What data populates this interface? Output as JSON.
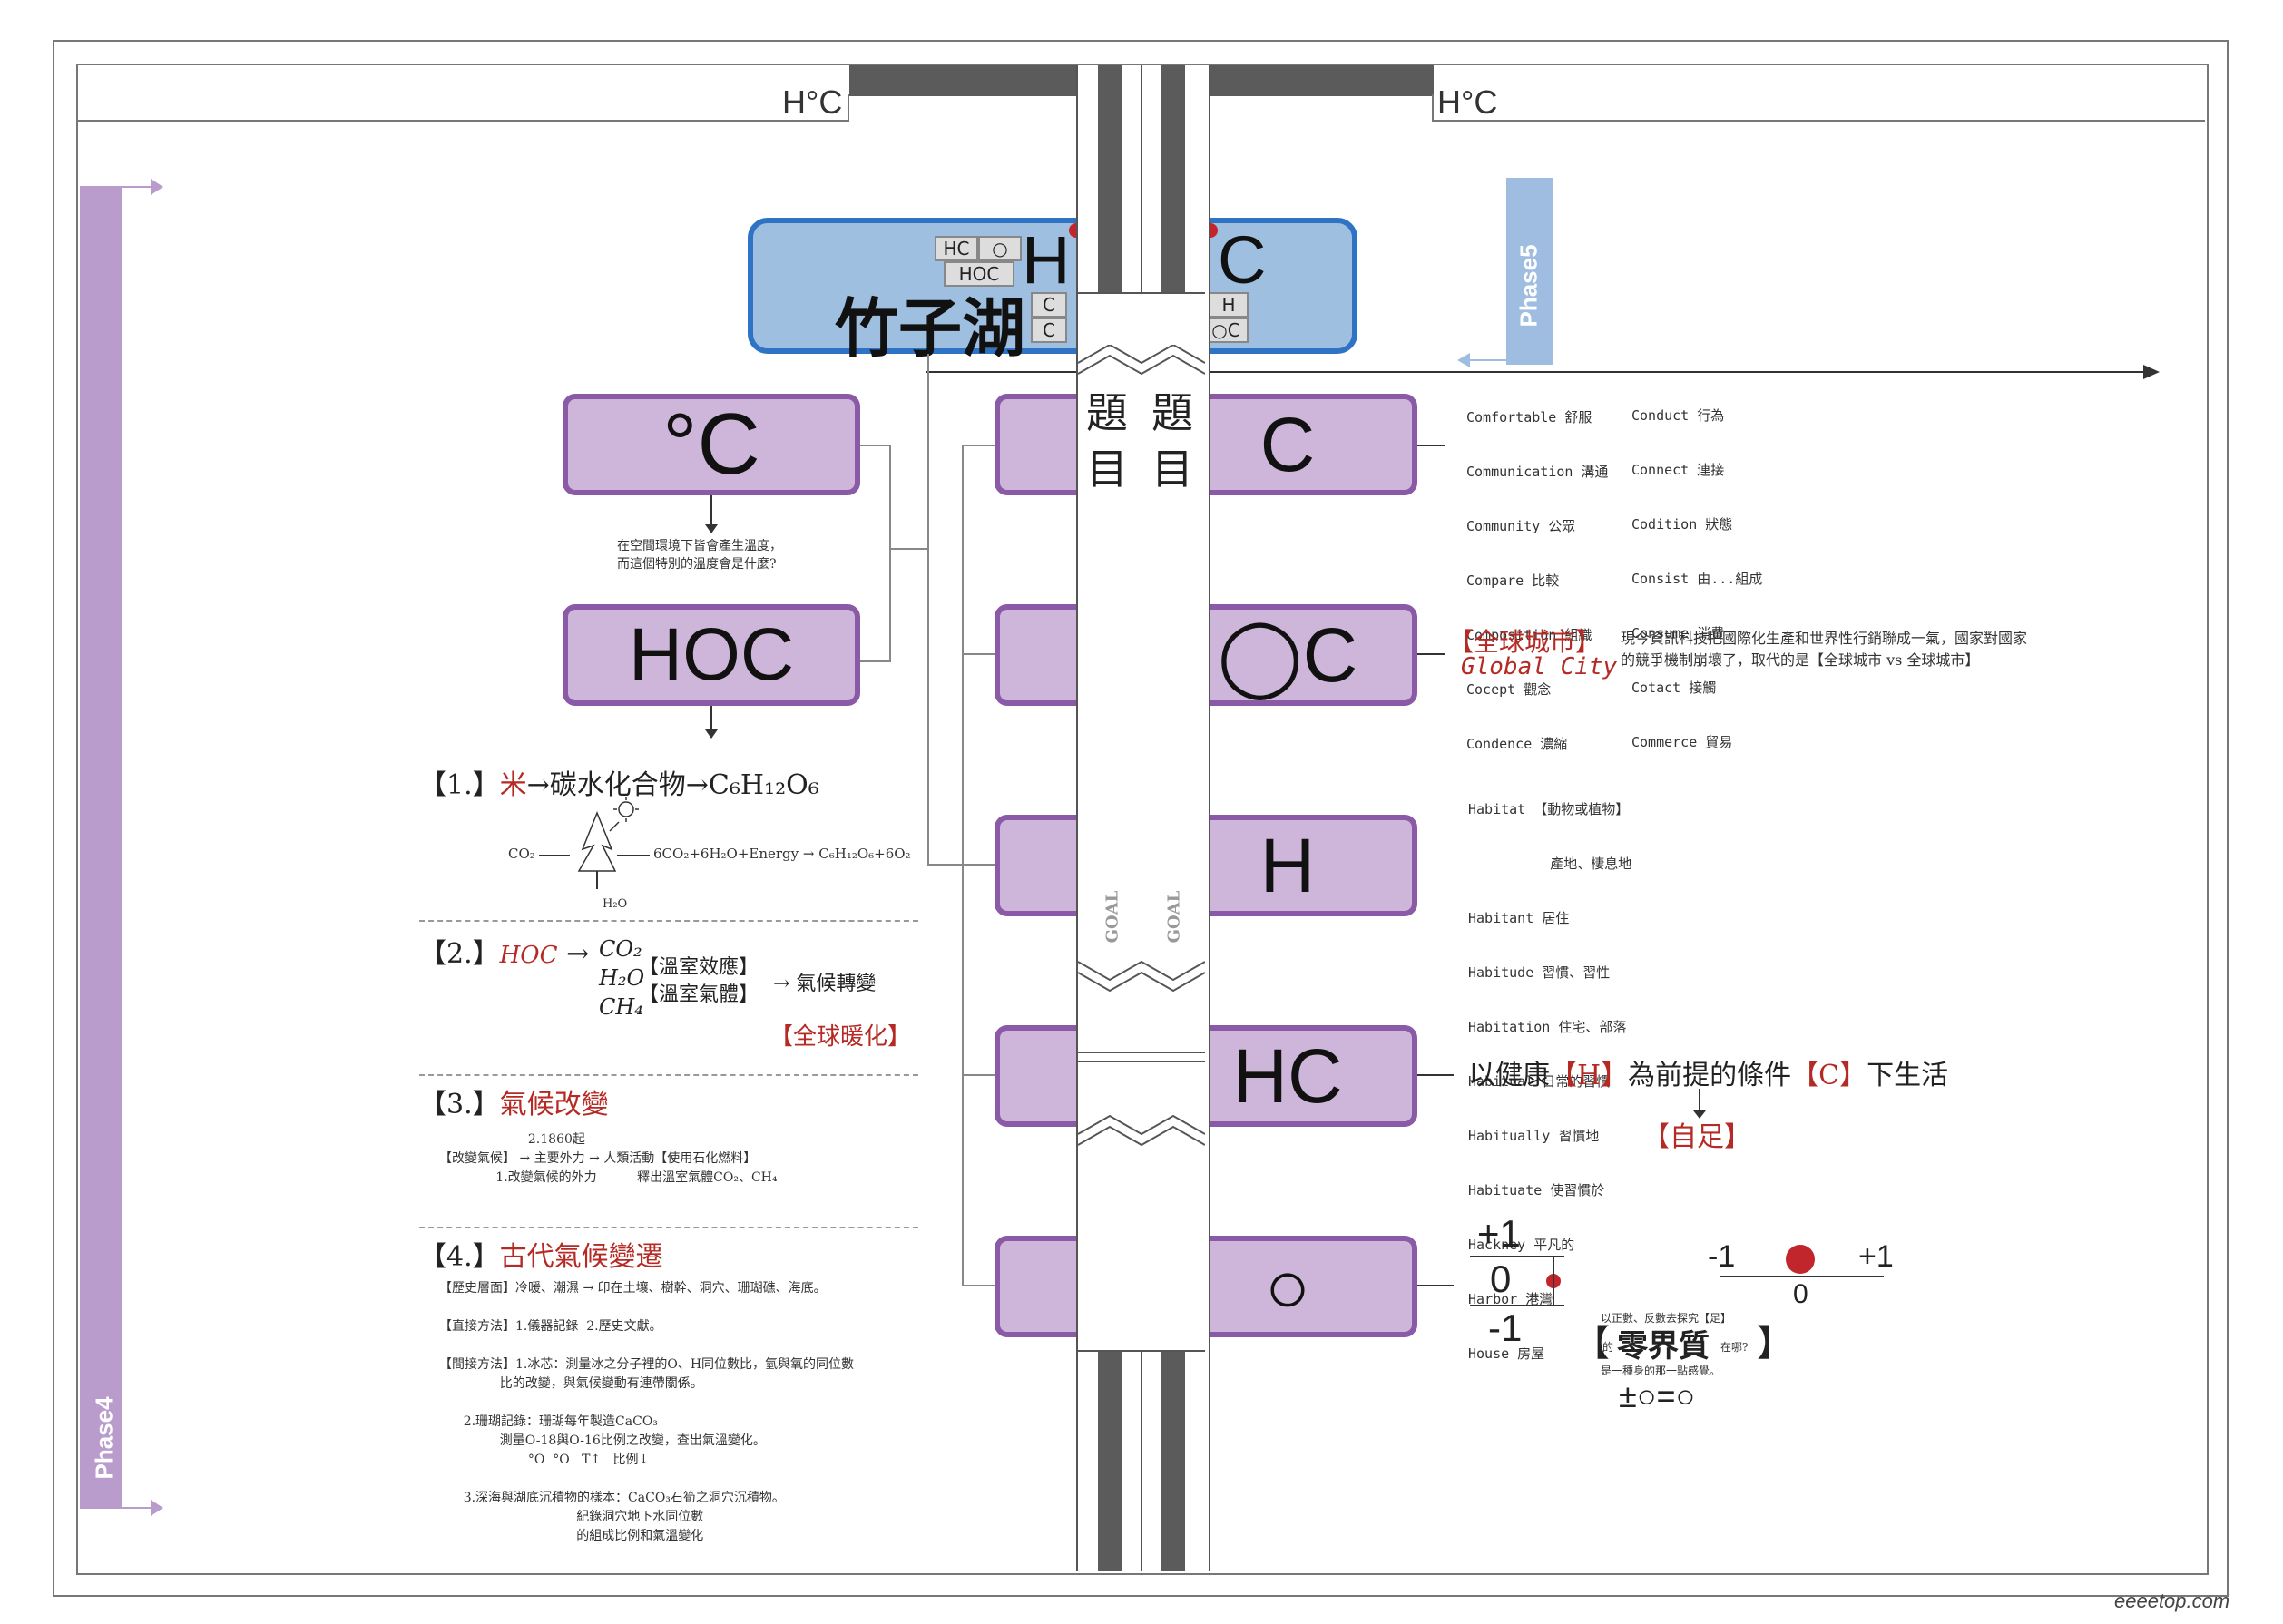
{
  "header": {
    "logo_left": "H°C",
    "logo_right": "H°C"
  },
  "phase_left": "Phase4",
  "phase_right": "Phase5",
  "title_box": {
    "main": "竹子湖",
    "big_h": "H",
    "big_c": "C",
    "chips": [
      "HC",
      "○",
      "HOC",
      "C",
      "C",
      "H",
      "○C"
    ]
  },
  "center_strip": {
    "left_title": "題目",
    "right_title": "題目",
    "goal_left": "GOAL",
    "goal_right": "GOAL"
  },
  "left_boxes": [
    {
      "label": "°C",
      "caption": "在空間環境下皆會產生溫度，\n而這個特別的溫度會是什麼?"
    },
    {
      "label": "HOC"
    }
  ],
  "right_boxes": [
    "C",
    "◯C",
    "H",
    "HC",
    "○"
  ],
  "sections": {
    "s1": {
      "num": "【1.】",
      "title_red": "米",
      "title_rest": "→碳水化合物→C₆H₁₂O₆",
      "formula": "6CO₂+6H₂O+Energy → C₆H₁₂O₆+6O₂",
      "co2": "CO₂",
      "h2o": "H₂O"
    },
    "s2": {
      "num": "【2.】",
      "title_red": "HOC",
      "arrow": "→",
      "gases": [
        "CO₂",
        "H₂O",
        "CH₄"
      ],
      "bracket1": "【溫室效應】",
      "bracket2": "【溫室氣體】",
      "result": "→ 氣候轉變",
      "tag": "【全球暖化】"
    },
    "s3": {
      "num": "【3.】",
      "title_red": "氣候改變",
      "lines": "                      2.1860起\n【改變氣候】 → 主要外力 → 人類活動【使用石化燃料】\n              1.改變氣候的外力          釋出溫室氣體CO₂、CH₄"
    },
    "s4": {
      "num": "【4.】",
      "title_red": "古代氣候變遷",
      "lines": "【歷史層面】冷暖、潮濕 → 印在土壤、樹幹、洞穴、珊瑚礁、海底。\n\n【直接方法】1.儀器記錄  2.歷史文獻。\n\n【間接方法】1.冰芯：測量冰之分子裡的O、H同位數比，氫與氧的同位數\n               比的改變，與氣候變動有連帶關係。\n\n      2.珊瑚記錄：珊瑚每年製造CaCO₃\n               測量O-18與O-16比例之改變，查出氣溫變化。\n                      °O  °O   T↑   比例↓\n\n      3.深海與湖底沉積物的樣本：CaCO₃石筍之洞穴沉積物。\n                                  紀錄洞穴地下水同位數\n                                  的組成比例和氣溫變化"
    }
  },
  "vocab_c": {
    "col1": [
      "Comfortable 舒服",
      "Communication 溝通",
      "Community 公眾",
      "Compare 比較",
      "Composition 組織",
      "Cocept 觀念",
      "Condence 濃縮"
    ],
    "col2": [
      "Conduct 行為",
      "Connect 連接",
      "Codition 狀態",
      "Consist 由...組成",
      "Consume 消費",
      "Cotact 接觸",
      "Commerce 貿易"
    ]
  },
  "global_city": {
    "title": "【全球城市】",
    "subtitle": "Global City",
    "desc": "現今資訊科技把國際化生產和世界性行銷聯成一氣，國家對國家\n的競爭機制崩壞了，取代的是【全球城市 vs 全球城市】"
  },
  "vocab_h": [
    "Habitat 【動物或植物】",
    "          產地、棲息地",
    "Habitant 居住",
    "Habitude 習慣、習性",
    "Habitation 住宅、部落",
    "Habitual 日常的習慣",
    "Habitually 習慣地",
    "Habituate 使習慣於",
    "Hackney 平凡的",
    "Harbor 港灣",
    "House 房屋"
  ],
  "health": {
    "pre": "以健康",
    "h": "【H】",
    "mid": "為前提的條件",
    "c": "【C】",
    "post": "下生活",
    "tag": "【自足】"
  },
  "zero": {
    "plus1": "+1",
    "zero": "0",
    "minus1": "-1",
    "axis_minus": "-1",
    "axis_plus": "+1",
    "axis_zero": "0",
    "small_top": "以正數、反數去探究【足】",
    "of": "的",
    "title": "零界質",
    "where": "在哪?",
    "desc": "是一種身的那一點感覺。",
    "formula": "±○=○",
    "bracket_l": "【",
    "bracket_r": "】"
  },
  "watermark": "eeeetop.com",
  "colors": {
    "lavender": "#cdb6da",
    "purple_border": "#8a5aa6",
    "title_blue": "#9fbfe0",
    "title_border": "#2f73c4",
    "red": "#b52a24",
    "phase_bar": "#b99bcc",
    "phase5": "#9fbde0"
  }
}
